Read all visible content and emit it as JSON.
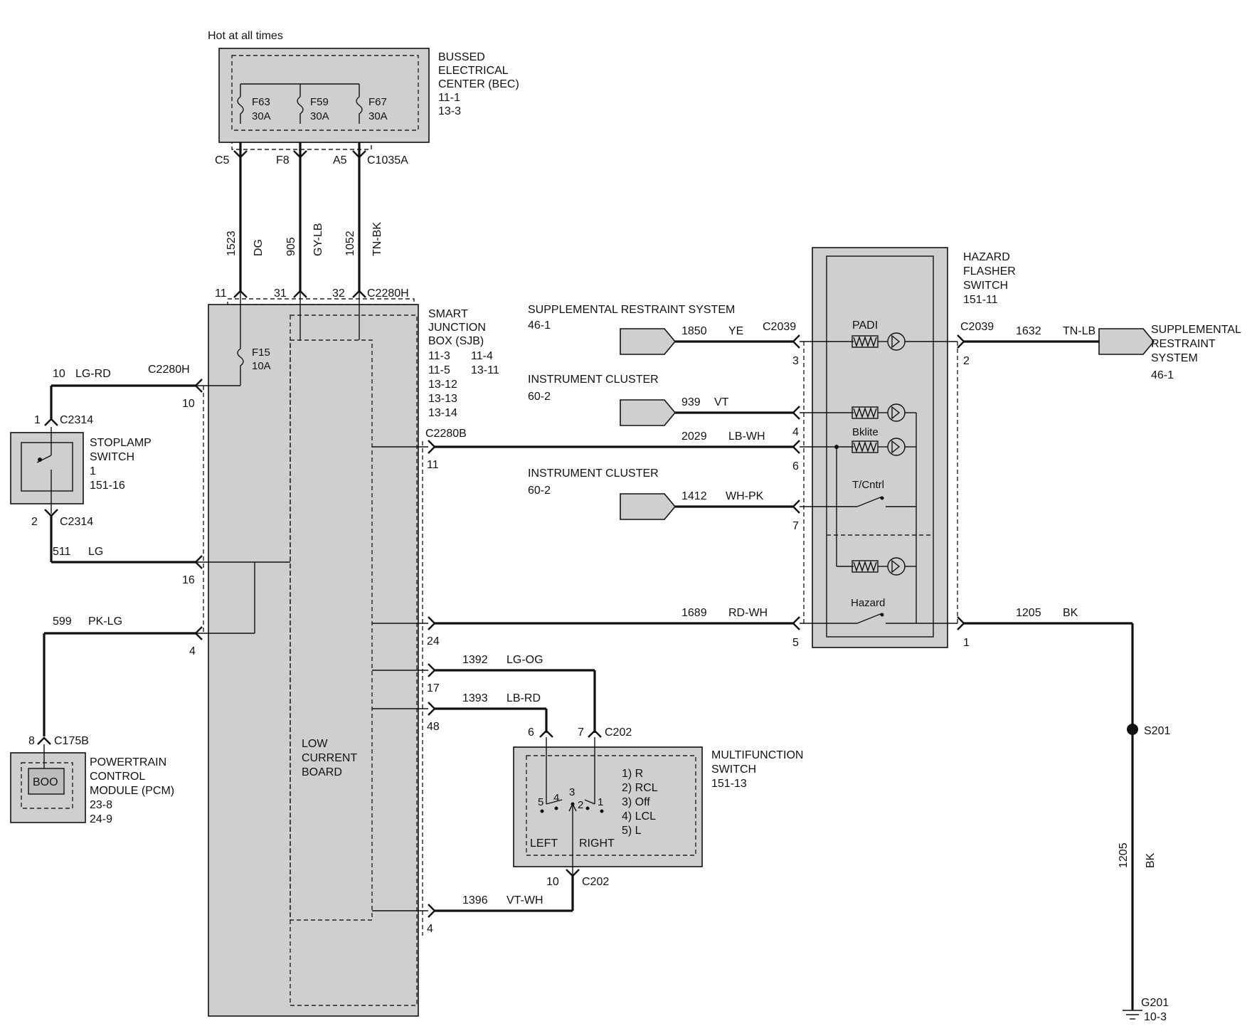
{
  "top_note": "Hot at all times",
  "bec": {
    "title_lines": [
      "BUSSED",
      "ELECTRICAL",
      "CENTER (BEC)",
      "11-1",
      "13-3"
    ],
    "fuses": [
      {
        "id": "F63",
        "rating": "30A"
      },
      {
        "id": "F59",
        "rating": "30A"
      },
      {
        "id": "F67",
        "rating": "30A"
      }
    ],
    "pins": [
      "C5",
      "F8",
      "A5"
    ],
    "connector": "C1035A"
  },
  "feed_wires": [
    {
      "circuit": "1523",
      "color": "DG"
    },
    {
      "circuit": "905",
      "color": "GY-LB"
    },
    {
      "circuit": "1052",
      "color": "TN-BK"
    }
  ],
  "sjb": {
    "title_lines": [
      "SMART",
      "JUNCTION",
      "BOX (SJB)"
    ],
    "refs_left": [
      "11-3",
      "11-5",
      "13-12",
      "13-13",
      "13-14"
    ],
    "refs_right": [
      "11-4",
      "13-11"
    ],
    "top_pins": [
      "11",
      "31",
      "32"
    ],
    "top_connector": "C2280H",
    "fuse": {
      "id": "F15",
      "rating": "10A"
    },
    "left_connector": "C2280H",
    "left_pins": [
      "10",
      "16",
      "4"
    ],
    "right_connector": "C2280B",
    "right_pins": [
      "11",
      "24",
      "17",
      "48",
      "4"
    ],
    "lcb_lines": [
      "LOW",
      "CURRENT",
      "BOARD"
    ]
  },
  "stoplamp": {
    "title_lines": [
      "STOPLAMP",
      "SWITCH",
      "1",
      "151-16"
    ],
    "top_pin": "1",
    "top_connector": "C2314",
    "bottom_pin": "2",
    "bottom_connector": "C2314",
    "wire_top": {
      "pin": "10",
      "circuit": "LG-RD"
    },
    "wire_bottom": {
      "circuit": "511",
      "color": "LG"
    }
  },
  "pcm": {
    "title_lines": [
      "POWERTRAIN",
      "CONTROL",
      "MODULE (PCM)",
      "23-8",
      "24-9"
    ],
    "pin": "8",
    "connector": "C175B",
    "inner": "BOO",
    "wire": {
      "circuit": "599",
      "color": "PK-LG"
    }
  },
  "srs_left": {
    "title_lines": [
      "SUPPLEMENTAL RESTRAINT SYSTEM",
      "46-1"
    ],
    "circuit": "1850",
    "color": "YE",
    "connector": "C2039",
    "pin": "3"
  },
  "ic_1": {
    "title_lines": [
      "INSTRUMENT CLUSTER",
      "60-2"
    ],
    "circuit": "939",
    "color": "VT",
    "pin": "4"
  },
  "bklite_wire": {
    "circuit": "2029",
    "color": "LB-WH",
    "pin": "6"
  },
  "ic_2": {
    "title_lines": [
      "INSTRUMENT CLUSTER",
      "60-2"
    ],
    "circuit": "1412",
    "color": "WH-PK",
    "pin": "7"
  },
  "hazard_wire": {
    "circuit": "1689",
    "color": "RD-WH",
    "pin": "5"
  },
  "hazard_switch": {
    "title_lines": [
      "HAZARD",
      "FLASHER",
      "SWITCH",
      "151-11"
    ],
    "labels": [
      "PADI",
      "Bklite",
      "T/Cntrl",
      "Hazard"
    ],
    "right_connector": "C2039",
    "right_pins": [
      "2",
      "1"
    ]
  },
  "srs_right": {
    "title_lines": [
      "SUPPLEMENTAL",
      "RESTRAINT",
      "SYSTEM",
      "46-1"
    ],
    "circuit": "1632",
    "color": "TN-LB"
  },
  "ground": {
    "circuit": "1205",
    "color": "BK",
    "splice": "S201",
    "ground_id": "G201",
    "ground_ref": "10-3"
  },
  "mfs": {
    "title_lines": [
      "MULTIFUNCTION",
      "SWITCH",
      "151-13"
    ],
    "positions": [
      "1) R",
      "2) RCL",
      "3) Off",
      "4) LCL",
      "5) L"
    ],
    "left_label": "LEFT",
    "right_label": "RIGHT",
    "top_pins": [
      "6",
      "7"
    ],
    "top_connector": "C202",
    "bottom_pin": "10",
    "bottom_connector": "C202",
    "contacts": [
      "5",
      "4",
      "3",
      "2",
      "1"
    ]
  },
  "mfs_wires": [
    {
      "circuit": "1392",
      "color": "LG-OG"
    },
    {
      "circuit": "1393",
      "color": "LB-RD"
    },
    {
      "circuit": "1396",
      "color": "VT-WH"
    }
  ]
}
